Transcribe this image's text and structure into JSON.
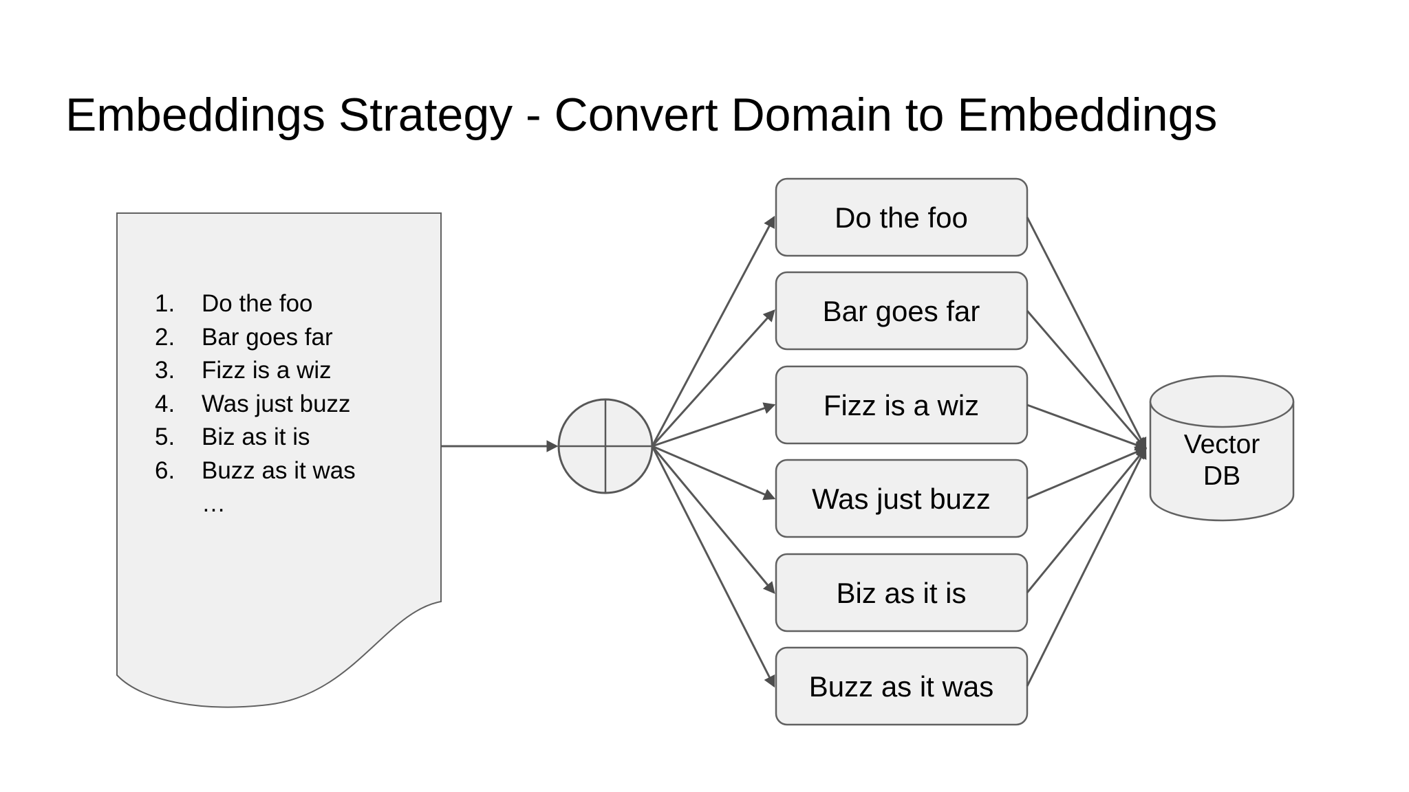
{
  "title": "Embeddings Strategy - Convert Domain to Embeddings",
  "source_document": {
    "items": [
      {
        "num": "1.",
        "label": "Do the foo"
      },
      {
        "num": "2.",
        "label": "Bar goes far"
      },
      {
        "num": "3.",
        "label": "Fizz is a wiz"
      },
      {
        "num": "4.",
        "label": "Was just buzz"
      },
      {
        "num": "5.",
        "label": "Biz as it is"
      },
      {
        "num": "6.",
        "label": "Buzz as it was"
      }
    ],
    "ellipsis": "…"
  },
  "embedding_boxes": [
    "Do the foo",
    "Bar goes far",
    "Fizz is a wiz",
    "Was just buzz",
    "Biz as it is",
    "Buzz as it was"
  ],
  "vector_db": {
    "line1": "Vector",
    "line2": "DB"
  },
  "colors": {
    "background": "#ffffff",
    "shape_fill": "#f0f0f0",
    "shape_stroke": "#616161",
    "connector": "#575757",
    "text": "#000000"
  }
}
